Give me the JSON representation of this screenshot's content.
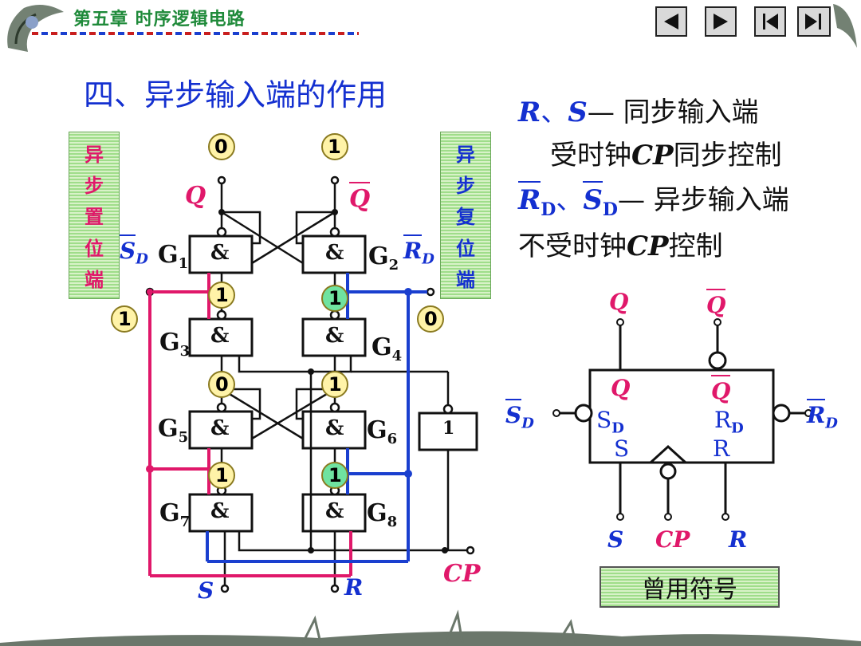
{
  "header": {
    "chapter_title": "第五章 时序逻辑电路",
    "nav_buttons": [
      {
        "name": "prev-page-button",
        "icon": "triangle-left-icon"
      },
      {
        "name": "next-page-button",
        "icon": "triangle-right-icon"
      },
      {
        "name": "first-page-button",
        "icon": "skip-first-icon"
      },
      {
        "name": "last-page-button",
        "icon": "skip-last-icon"
      }
    ]
  },
  "section_title": "四、异步输入端的作用",
  "notes": {
    "line1_r": "R",
    "line1_sep": "、",
    "line1_s": "S",
    "line1_text": "— 同步输入端",
    "line2_pre": "受时钟",
    "line2_cp": "CP",
    "line2_post": "同步控制",
    "line3_rd_main": "R",
    "line3_rd_sub": "D",
    "line3_sep": "、",
    "line3_sd_main": "S",
    "line3_sd_sub": "D",
    "line3_text": "— 异步输入端",
    "line4_pre": "不受时钟",
    "line4_cp": "CP",
    "line4_post": "控制"
  },
  "side_labels": {
    "left": [
      "异",
      "步",
      "置",
      "位",
      "端"
    ],
    "right": [
      "异",
      "步",
      "复",
      "位",
      "端"
    ]
  },
  "circuit": {
    "gates": [
      {
        "main": "G",
        "sub": "1"
      },
      {
        "main": "G",
        "sub": "2"
      },
      {
        "main": "G",
        "sub": "3"
      },
      {
        "main": "G",
        "sub": "4"
      },
      {
        "main": "G",
        "sub": "5"
      },
      {
        "main": "G",
        "sub": "6"
      },
      {
        "main": "G",
        "sub": "7"
      },
      {
        "main": "G",
        "sub": "8"
      }
    ],
    "and_symbol": "&",
    "not_symbol": "1",
    "q": "Q",
    "q_bar": "Q",
    "sd_main": "S",
    "sd_sub": "D",
    "rd_main": "R",
    "rd_sub": "D",
    "s_input": "S",
    "r_input": "R",
    "cp_input": "CP",
    "badges": {
      "out_q": "0",
      "out_qbar": "1",
      "sd_in": "1",
      "rd_in": "0",
      "g1_in": "1",
      "g2_in": "1",
      "g3_out": "0",
      "g4_out": "1",
      "g5_in": "1",
      "g6_in": "1"
    }
  },
  "symbol": {
    "q_top": "Q",
    "qbar_top": "Q",
    "q_inner": "Q",
    "qbar_inner": "Q",
    "sd_outer_main": "S",
    "sd_outer_sub": "D",
    "rd_outer_main": "R",
    "rd_outer_sub": "D",
    "sd_inner_main": "S",
    "sd_inner_sub": "D",
    "rd_inner_main": "R",
    "rd_inner_sub": "D",
    "s_inner": "S",
    "r_inner": "R",
    "s_bottom": "S",
    "cp_bottom": "CP",
    "r_bottom": "R",
    "legacy_label": "曾用符号"
  },
  "colors": {
    "title_blue": "#1430d0",
    "signal_pink": "#e0186a",
    "wire_pink": "#e0186a",
    "wire_blue": "#1a3fcf",
    "chapter_green": "#1f8a3a",
    "badge_yellow": "#fff3a8",
    "badge_green": "#6fe3a0",
    "side_box_green": "#9fdd8a"
  }
}
